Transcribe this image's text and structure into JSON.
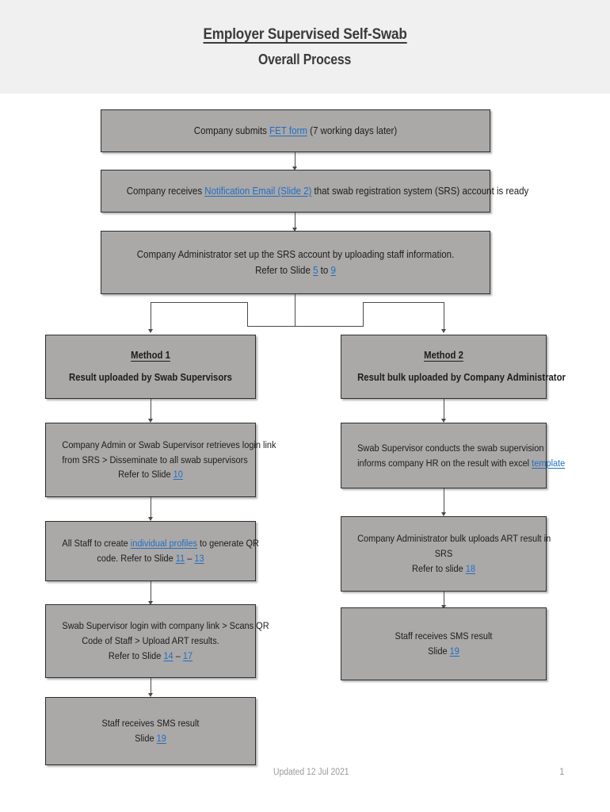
{
  "header": {
    "title": "Employer Supervised Self-Swab",
    "subtitle": "Overall Process"
  },
  "flow": {
    "step1": {
      "name": "company-submits-fet-form",
      "text_before": "Company submits ",
      "link": "FET form",
      "text_after": " (7 working days later)"
    },
    "step2": {
      "name": "company-receives-notification-email",
      "text_before": "Company receives ",
      "link": "Notification Email (Slide 2)",
      "text_after": " that swab registration system (SRS) account is ready"
    },
    "step3": {
      "name": "company-admin-sets-up-srs-account",
      "line1": "Company Administrator set up the SRS account by uploading staff information.",
      "line2_before": "Refer to Slide ",
      "link_a": "5",
      "line2_mid": " to ",
      "link_b": "9"
    }
  },
  "methods": {
    "method1": {
      "heading": "Method 1",
      "subheading": "Result uploaded by Swab Supervisors",
      "steps": [
        {
          "name": "m1-retrieve-login-link",
          "line1": "Company Admin or Swab Supervisor retrieves login link",
          "line2": "from SRS > Disseminate to all swab supervisors",
          "line3_before": "Refer to Slide ",
          "link_a": "10"
        },
        {
          "name": "m1-create-individual-profiles",
          "line1_before": "All Staff to create ",
          "link_profiles": "individual profiles",
          "line1_after": " to generate QR",
          "line2_before": "code. Refer to Slide ",
          "link_a": "11",
          "line2_mid": " – ",
          "link_b": "13"
        },
        {
          "name": "m1-supervisor-scans-qr-upload-art",
          "line1": "Swab Supervisor login with company link > Scans QR",
          "line2": "Code of Staff > Upload ART results.",
          "line3_before": "Refer to Slide ",
          "link_a": "14",
          "line3_mid": " – ",
          "link_b": "17"
        },
        {
          "name": "m1-staff-receives-sms-result",
          "line1": "Staff receives SMS result",
          "line2_before": "Slide ",
          "link_a": "19"
        }
      ]
    },
    "method2": {
      "heading": "Method 2",
      "subheading": "Result bulk uploaded by Company Administrator",
      "steps": [
        {
          "name": "m2-supervisor-conducts-supervision",
          "line1": "Swab Supervisor conducts the swab supervision",
          "line2_before": "informs company HR on the result with excel ",
          "link_template": "template"
        },
        {
          "name": "m2-admin-bulk-uploads-art",
          "line1": "Company Administrator bulk uploads ART result in",
          "line2": "SRS",
          "line3_before": "Refer to slide ",
          "link_a": "18"
        },
        {
          "name": "m2-staff-receives-sms-result",
          "line1": "Staff receives SMS result",
          "line2_before": "Slide ",
          "link_a": "19"
        }
      ]
    }
  },
  "footer": {
    "updated": "Updated 12 Jul 2021",
    "page_number": "1"
  },
  "colors": {
    "box_fill": "#aba8a8",
    "box_border": "#2f2f2f",
    "band": "#f0f0f0",
    "link": "#1f6fc4",
    "connector": "#4a4a4a",
    "footer_text": "#9a9a9a"
  }
}
